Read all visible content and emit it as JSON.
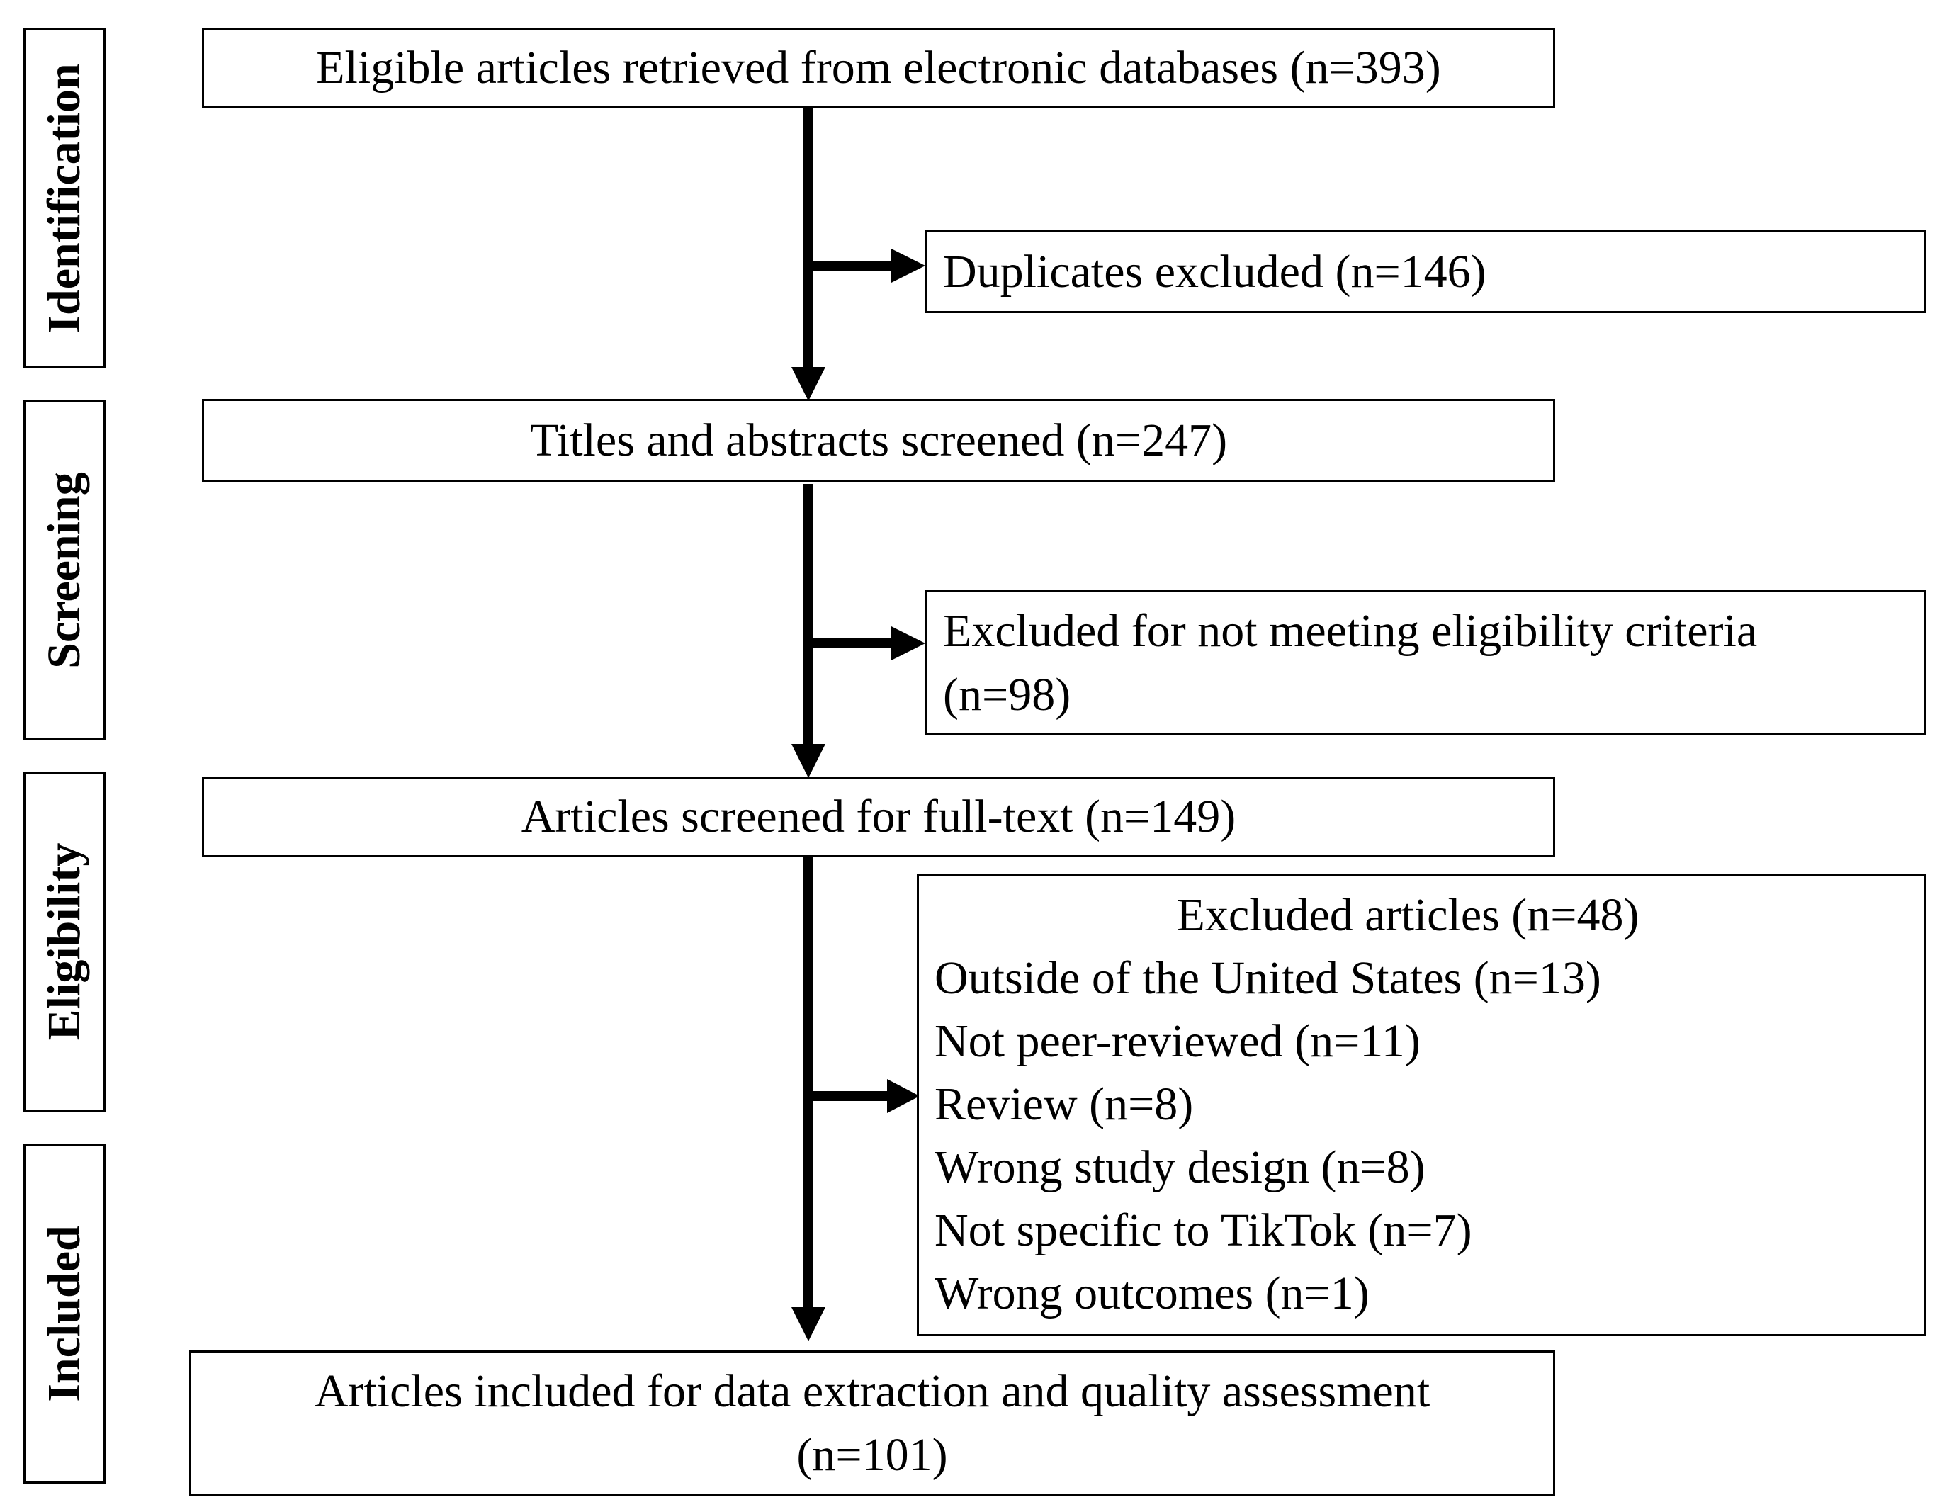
{
  "phases": {
    "identification": "Identification",
    "screening": "Screening",
    "eligibility": "Eligibility",
    "included": "Included"
  },
  "boxes": {
    "retrieved": "Eligible articles retrieved from electronic databases (n=393)",
    "duplicates": "Duplicates excluded (n=146)",
    "screened": "Titles and abstracts screened (n=247)",
    "not_eligible_line1": "Excluded for not meeting eligibility criteria",
    "not_eligible_line2": "(n=98)",
    "fulltext": "Articles screened for full-text (n=149)",
    "included_line1": "Articles included for data extraction and quality assessment",
    "included_line2": "(n=101)"
  },
  "exclusions": {
    "title": "Excluded articles (n=48)",
    "items": [
      "Outside of the United States (n=13)",
      "Not peer-reviewed (n=11)",
      "Review (n=8)",
      "Wrong study design (n=8)",
      "Not specific to TikTok (n=7)",
      "Wrong outcomes (n=1)"
    ]
  }
}
